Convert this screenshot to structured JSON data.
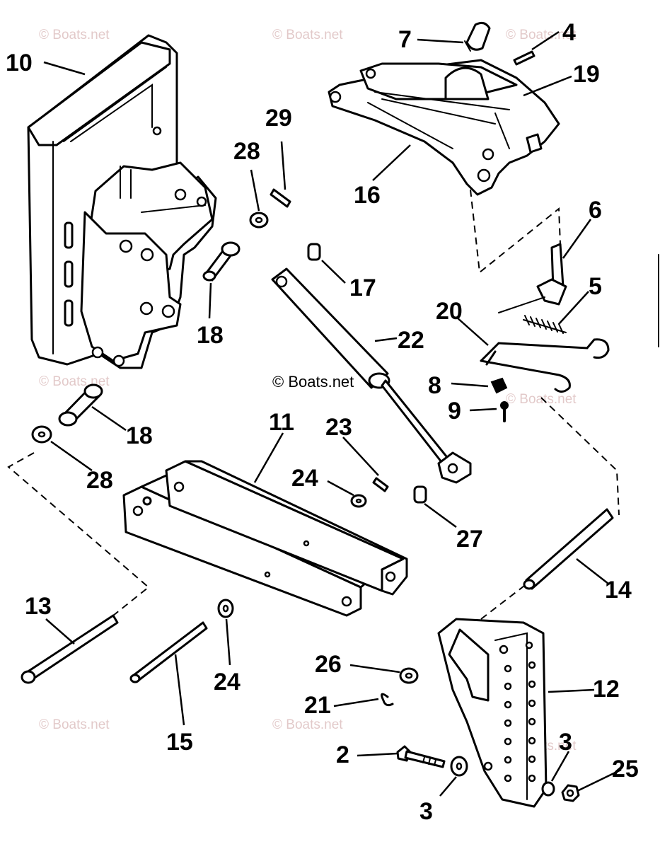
{
  "copyright": "© Boats.net",
  "watermark": "© Boats.net",
  "callouts": [
    "10",
    "7",
    "4",
    "19",
    "29",
    "28",
    "16",
    "6",
    "17",
    "5",
    "18",
    "22",
    "20",
    "8",
    "9",
    "18",
    "11",
    "23",
    "24",
    "28",
    "27",
    "14",
    "13",
    "24",
    "26",
    "12",
    "21",
    "15",
    "2",
    "3",
    "25",
    "3"
  ]
}
